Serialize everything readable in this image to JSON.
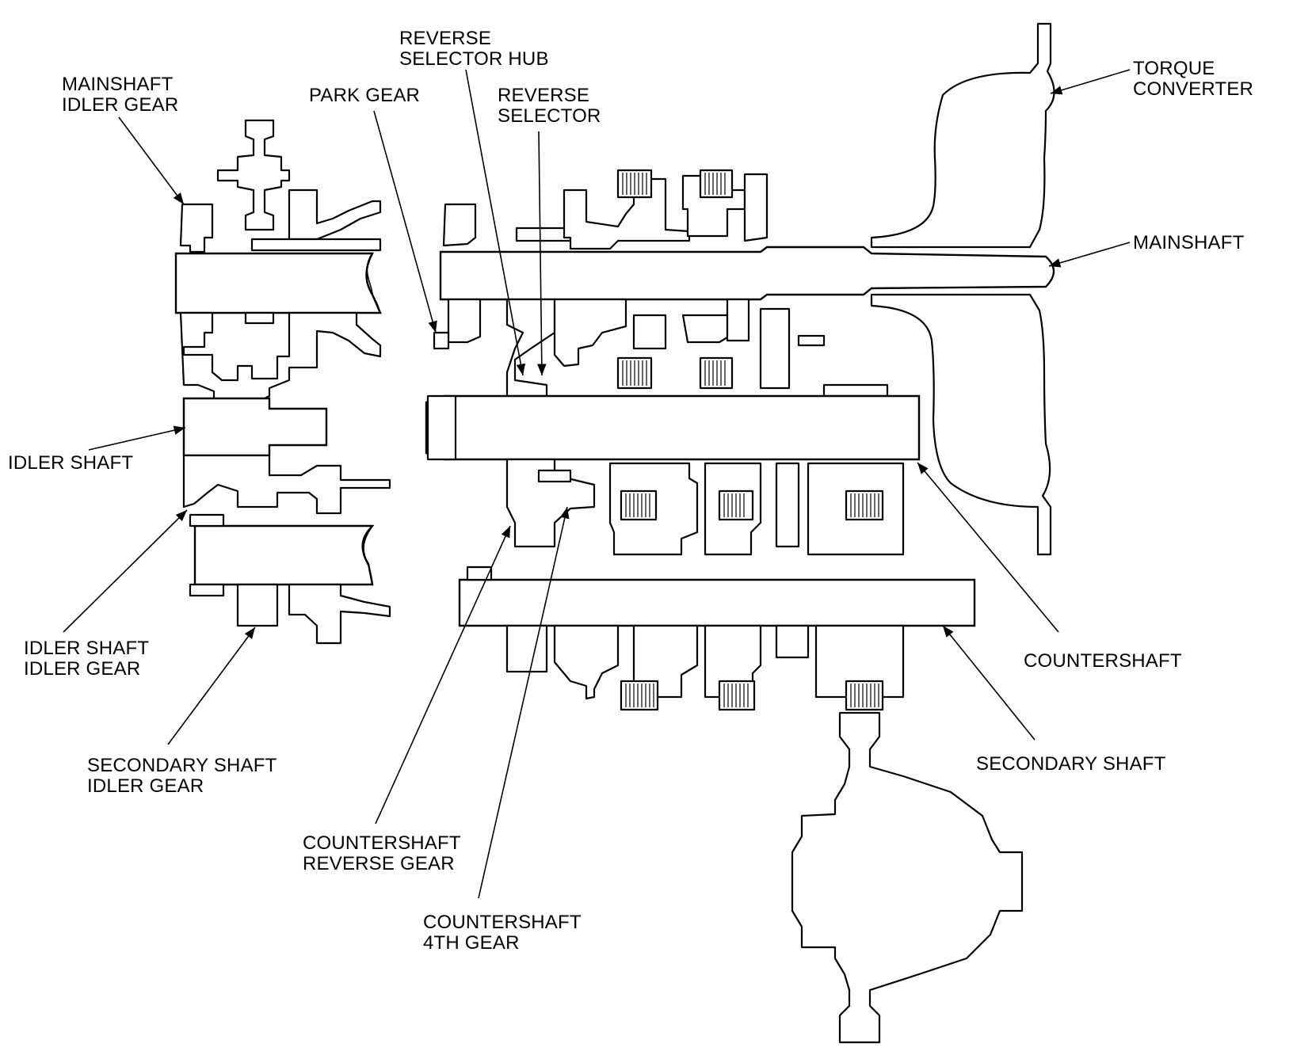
{
  "labels": {
    "reverse_selector_hub": [
      "REVERSE",
      "SELECTOR HUB"
    ],
    "mainshaft_idler_gear": [
      "MAINSHAFT",
      "IDLER GEAR"
    ],
    "park_gear": [
      "PARK GEAR"
    ],
    "reverse_selector": [
      "REVERSE",
      "SELECTOR"
    ],
    "torque_converter": [
      "TORQUE",
      "CONVERTER"
    ],
    "mainshaft": [
      "MAINSHAFT"
    ],
    "idler_shaft": [
      "IDLER SHAFT"
    ],
    "idler_shaft_idler_gear": [
      "IDLER SHAFT",
      "IDLER GEAR"
    ],
    "countershaft": [
      "COUNTERSHAFT"
    ],
    "secondary_shaft": [
      "SECONDARY SHAFT"
    ],
    "secondary_shaft_idler_gear": [
      "SECONDARY SHAFT",
      "IDLER GEAR"
    ],
    "countershaft_reverse_gear": [
      "COUNTERSHAFT",
      "REVERSE GEAR"
    ],
    "countershaft_4th_gear": [
      "COUNTERSHAFT",
      "4TH GEAR"
    ]
  }
}
